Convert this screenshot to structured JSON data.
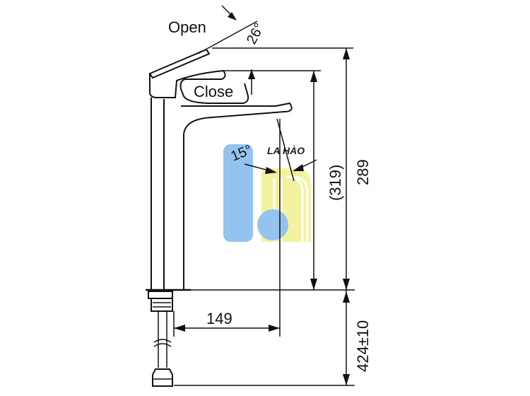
{
  "drawing": {
    "open_label": "Open",
    "close_label": "Close",
    "angle_open": "26°",
    "angle_spout": "15°",
    "dim_total_height": "289",
    "dim_spout_height": "(319)",
    "dim_reach": "149",
    "dim_hose": "424±10"
  },
  "watermark": {
    "text": "LA HÀO",
    "colors": {
      "blue": "#8ec0ee",
      "yellow": "#f4f29a",
      "text_blue": "#3f8de0"
    }
  },
  "colors": {
    "line": "#111111",
    "background": "#ffffff"
  }
}
